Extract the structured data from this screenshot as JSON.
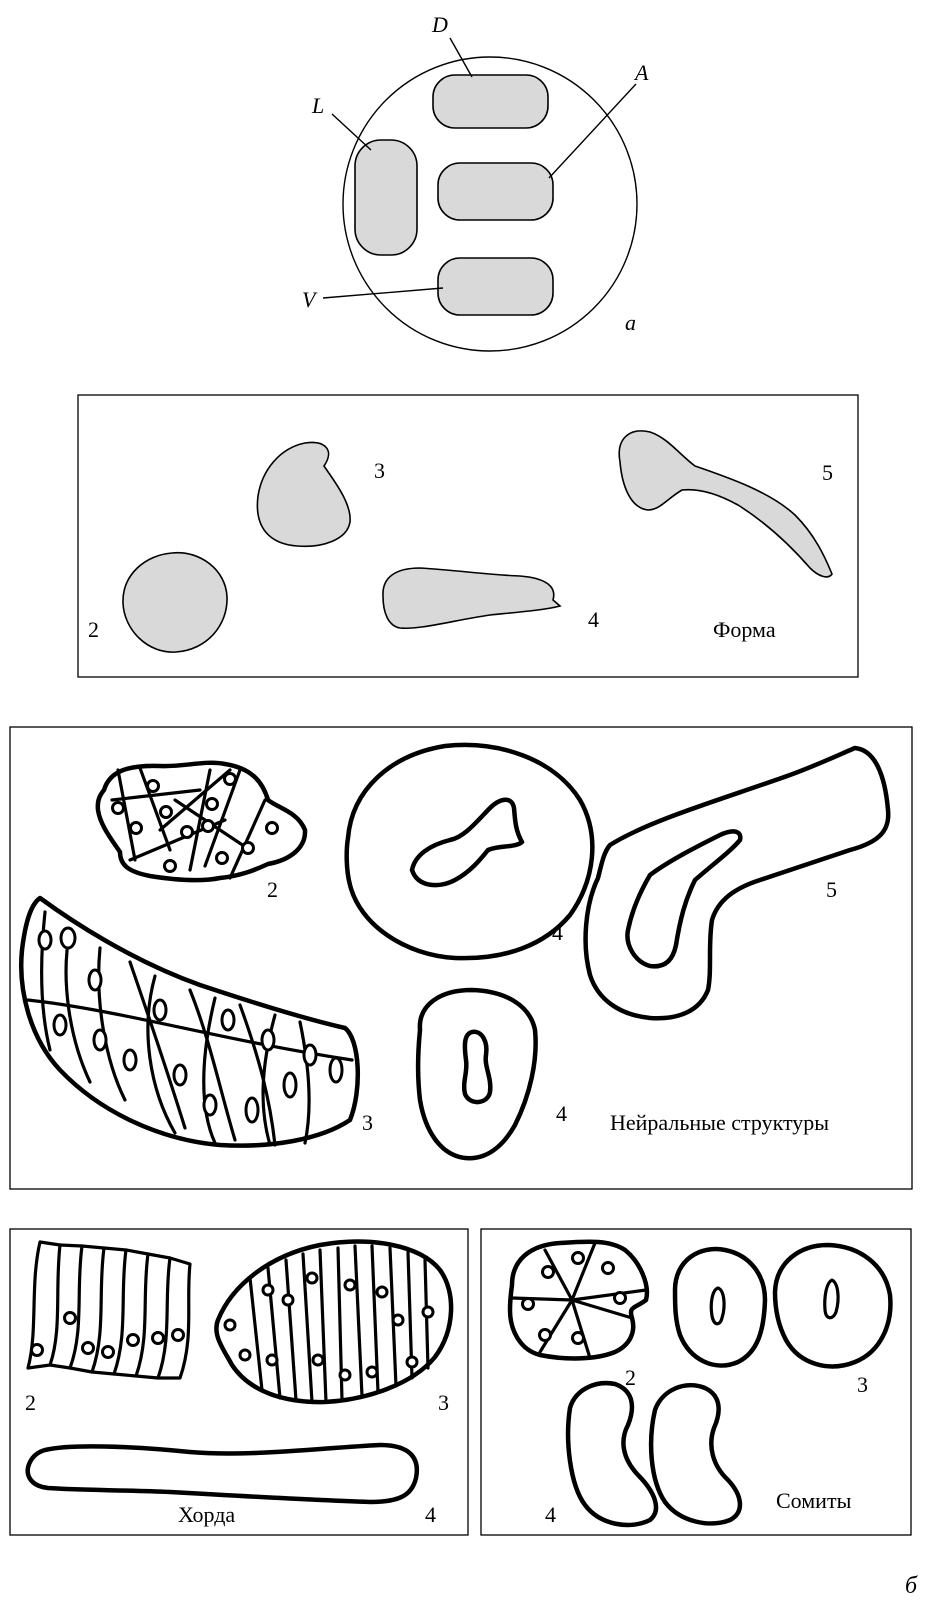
{
  "panel_a": {
    "label_d": "D",
    "label_a": "A",
    "label_l": "L",
    "label_v": "V",
    "panel_letter": "a"
  },
  "forma": {
    "title": "Форма",
    "num_2": "2",
    "num_3": "3",
    "num_4": "4",
    "num_5": "5"
  },
  "neural": {
    "title": "Нейральные структуры",
    "num_2": "2",
    "num_3": "3",
    "num_4a": "4",
    "num_4b": "4",
    "num_5": "5"
  },
  "chorda": {
    "title": "Хорда",
    "num_2": "2",
    "num_3": "3",
    "num_4": "4"
  },
  "somites": {
    "title": "Сомиты",
    "num_2": "2",
    "num_3": "3",
    "num_4": "4"
  },
  "panel_b": {
    "panel_letter": "б"
  },
  "colors": {
    "fill_gray": "#d9d9d9",
    "stroke": "#000000"
  }
}
